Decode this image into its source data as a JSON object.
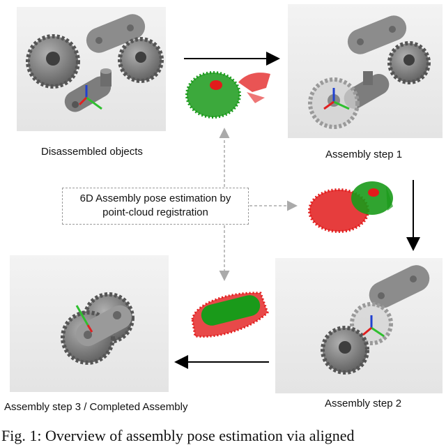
{
  "labels": {
    "disassembled": "Disassembled objects",
    "step1": "Assembly step 1",
    "step2": "Assembly step 2",
    "step3": "Assembly step 3 / Completed Assembly"
  },
  "center_box": {
    "line1": "6D Assembly pose estimation by",
    "line2": "point-cloud registration"
  },
  "caption": "Fig. 1: Overview of assembly pose estimation via aligned",
  "colors": {
    "gear": "#8a8a8a",
    "gear_dark": "#5a5a5a",
    "link": "#8c8c8c",
    "green": "#1a9a1a",
    "red": "#e21b1b",
    "dashed_arrow": "#aaaaaa",
    "solid_arrow": "#000000",
    "axis_x": "#e02020",
    "axis_y": "#2fbf2f",
    "axis_z": "#2040d0"
  }
}
